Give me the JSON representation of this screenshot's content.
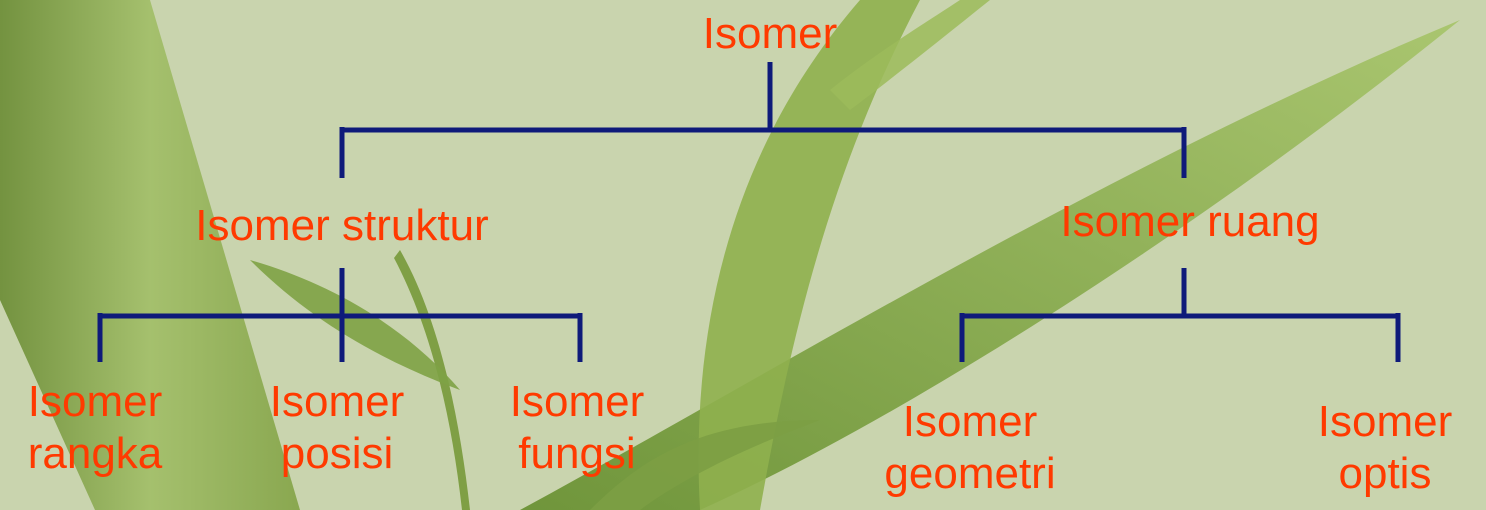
{
  "diagram": {
    "root": {
      "label": "Isomer"
    },
    "branches": [
      {
        "label": "Isomer struktur",
        "children": [
          {
            "line1": "Isomer",
            "line2": "rangka"
          },
          {
            "line1": "Isomer",
            "line2": "posisi"
          },
          {
            "line1": "Isomer",
            "line2": "fungsi"
          }
        ]
      },
      {
        "label": "Isomer ruang",
        "children": [
          {
            "line1": "Isomer",
            "line2": "geometri"
          },
          {
            "line1": "Isomer",
            "line2": "optis"
          }
        ]
      }
    ]
  },
  "colors": {
    "text": "#ff3a00",
    "connector": "#0e1a7a",
    "background": "#c9d4ae",
    "leaf_dark": "#7a9a3a",
    "leaf_light": "#a9c46a"
  }
}
